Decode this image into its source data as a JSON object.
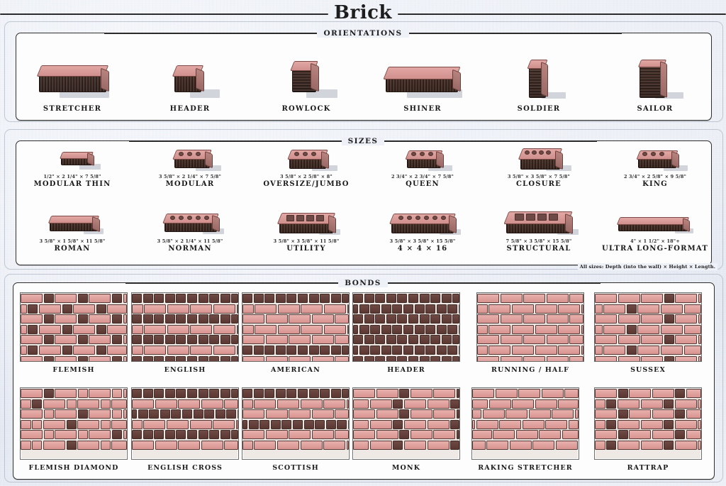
{
  "page": {
    "title": "Brick",
    "background_color": "#e8ecf3",
    "panel_color": "#fdfdfd",
    "ink_color": "#2b2b2b",
    "brick_face_color": "#e0a49f",
    "brick_header_color": "#6f4a45",
    "mortar_color": "#efe9e6"
  },
  "sections": [
    {
      "id": "orientations",
      "label": "ORIENTATIONS"
    },
    {
      "id": "sizes",
      "label": "SIZES"
    },
    {
      "id": "bonds",
      "label": "BONDS"
    }
  ],
  "orientations": {
    "label": "ORIENTATIONS",
    "items": [
      {
        "name": "STRETCHER",
        "icon": "brick-stretcher-icon"
      },
      {
        "name": "HEADER",
        "icon": "brick-header-icon"
      },
      {
        "name": "ROWLOCK",
        "icon": "brick-rowlock-icon"
      },
      {
        "name": "SHINER",
        "icon": "brick-shiner-icon"
      },
      {
        "name": "SOLDIER",
        "icon": "brick-soldier-icon"
      },
      {
        "name": "SAILOR",
        "icon": "brick-sailor-icon"
      }
    ]
  },
  "sizes": {
    "label": "SIZES",
    "footnote": "All sizes: Depth (into the wall) × Height × Length.",
    "row1": [
      {
        "name": "MODULAR THIN",
        "dims": "1/2\" × 2 1/4\" × 7 5/8\"",
        "icon": "brick-size-modular-thin-icon"
      },
      {
        "name": "MODULAR",
        "dims": "3 5/8\" × 2 1/4\" × 7 5/8\"",
        "icon": "brick-size-modular-icon"
      },
      {
        "name": "OVERSIZE/JUMBO",
        "dims": "3 5/8\" × 2 5/8\" × 8\"",
        "icon": "brick-size-oversize-jumbo-icon"
      },
      {
        "name": "QUEEN",
        "dims": "2 3/4\" × 2 3/4\" × 7 5/8\"",
        "icon": "brick-size-queen-icon"
      },
      {
        "name": "CLOSURE",
        "dims": "3 5/8\" × 3 5/8\" × 7 5/8\"",
        "icon": "brick-size-closure-icon"
      },
      {
        "name": "KING",
        "dims": "2 3/4\" × 2 5/8\" × 9 5/8\"",
        "icon": "brick-size-king-icon"
      }
    ],
    "row2": [
      {
        "name": "ROMAN",
        "dims": "3 5/8\" × 1 5/8\" × 11 5/8\"",
        "icon": "brick-size-roman-icon"
      },
      {
        "name": "NORMAN",
        "dims": "3 5/8\" × 2 1/4\" × 11 5/8\"",
        "icon": "brick-size-norman-icon"
      },
      {
        "name": "UTILITY",
        "dims": "3 5/8\" × 3 5/8\" × 11 5/8\"",
        "icon": "brick-size-utility-icon"
      },
      {
        "name": "4 × 4 × 16",
        "dims": "3 5/8\" × 3 5/8\" × 15 5/8\"",
        "icon": "brick-size-4x4x16-icon"
      },
      {
        "name": "STRUCTURAL",
        "dims": "7 5/8\" × 3 5/8\" × 15 5/8\"",
        "icon": "brick-size-structural-icon"
      },
      {
        "name": "ULTRA LONG-FORMAT",
        "dims": "4\" × 1 1/2\" × 18\"+",
        "icon": "brick-size-ultra-long-format-icon"
      }
    ]
  },
  "bonds": {
    "label": "BONDS",
    "row1": [
      {
        "name": "FLEMISH",
        "pattern": "flemish"
      },
      {
        "name": "ENGLISH",
        "pattern": "english"
      },
      {
        "name": "AMERICAN",
        "pattern": "american"
      },
      {
        "name": "HEADER",
        "pattern": "header"
      },
      {
        "name": "RUNNING / HALF",
        "pattern": "running"
      },
      {
        "name": "SUSSEX",
        "pattern": "sussex"
      }
    ],
    "row2": [
      {
        "name": "FLEMISH DIAMOND",
        "pattern": "flemish-diamond"
      },
      {
        "name": "ENGLISH CROSS",
        "pattern": "english-cross"
      },
      {
        "name": "SCOTTISH",
        "pattern": "scottish"
      },
      {
        "name": "MONK",
        "pattern": "monk"
      },
      {
        "name": "RAKING STRETCHER",
        "pattern": "raking"
      },
      {
        "name": "RATTRAP",
        "pattern": "rattrap"
      }
    ]
  }
}
